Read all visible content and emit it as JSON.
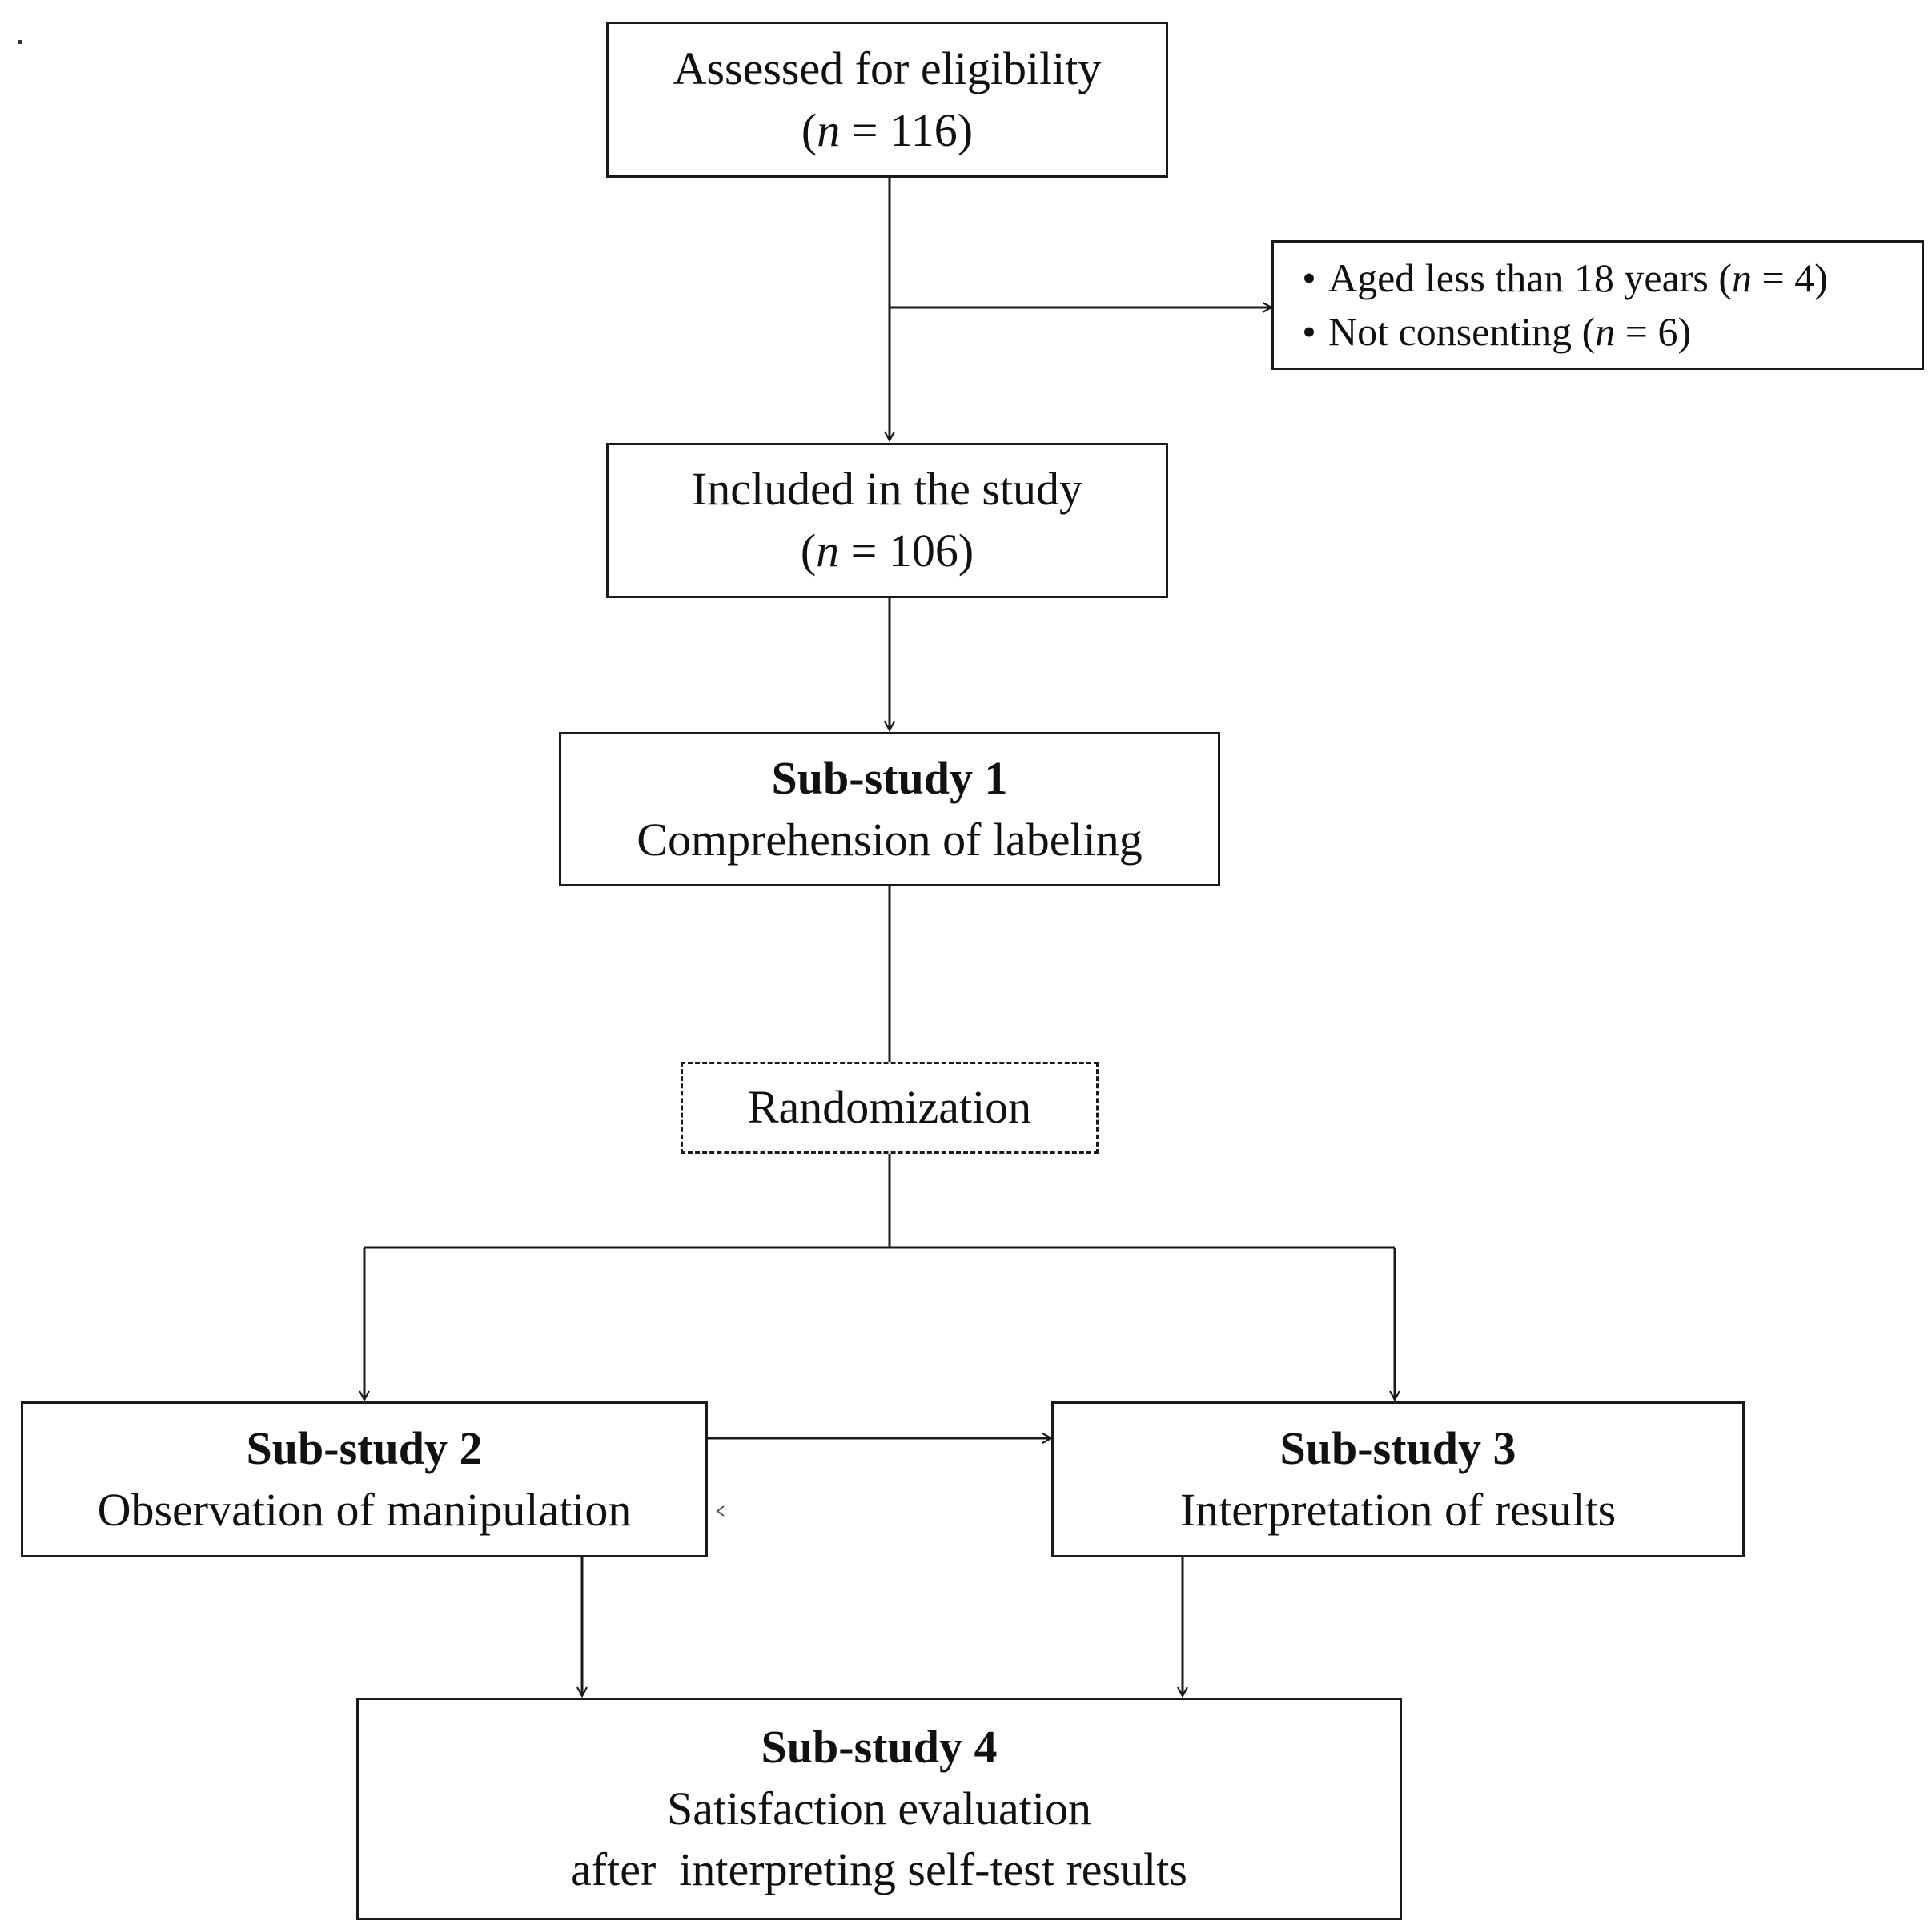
{
  "flowchart": {
    "assessed": {
      "label": "Assessed for eligibility",
      "n_prefix": "(",
      "n_var": "n",
      "n_suffix": " = 116)"
    },
    "excluded": {
      "items": [
        {
          "label": "Aged less than 18 years",
          "n_prefix": " (",
          "n_var": "n",
          "n_suffix": " = 4)"
        },
        {
          "label": "Not consenting",
          "n_prefix": " (",
          "n_var": "n",
          "n_suffix": " = 6)"
        }
      ],
      "bullet": "•"
    },
    "included": {
      "label": "Included in the study",
      "n_prefix": "(",
      "n_var": "n",
      "n_suffix": " = 106)"
    },
    "substudy1": {
      "title": "Sub-study 1",
      "desc": "Comprehension of labeling"
    },
    "randomization": {
      "label": "Randomization"
    },
    "substudy2": {
      "title": "Sub-study 2",
      "desc": "Observation of manipulation"
    },
    "substudy3": {
      "title": "Sub-study 3",
      "desc": "Interpretation of results"
    },
    "substudy4": {
      "title": "Sub-study 4",
      "desc_line1": "Satisfaction evaluation",
      "desc_line2": "after  interpreting self-test results"
    }
  }
}
